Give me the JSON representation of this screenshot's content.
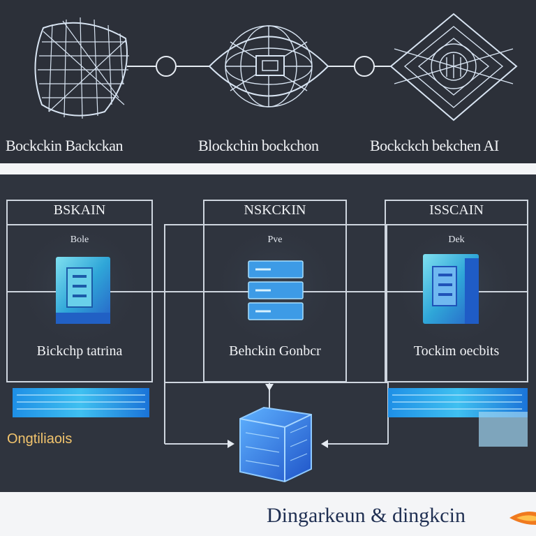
{
  "top_nodes": [
    {
      "label": "Bockckin Backckan"
    },
    {
      "label": "Blockchin bockchon"
    },
    {
      "label": "Bockckch bekchen AI"
    }
  ],
  "panels": [
    {
      "title": "BSKAIN",
      "subtitle": "Bole",
      "caption": "Bickchp tatrina"
    },
    {
      "title": "NSKCKIN",
      "subtitle": "Pve",
      "caption": "Behckin Gonbcr"
    },
    {
      "title": "ISSCAIN",
      "subtitle": "Dek",
      "caption": "Tockim oecbits"
    }
  ],
  "side_label": "Ongtiliaois",
  "footer_title": "Dingarkeun & dingkcin",
  "colors": {
    "background": "#2a2e37",
    "line": "#cfd6df",
    "accent_blue": "#2f7fe0",
    "accent_cyan": "#35b9e6",
    "side_label": "#f2c46d",
    "footer_text": "#1f2f52"
  },
  "icons": [
    "network-mesh-icon",
    "sphere-document-icon",
    "layered-diamond-icon",
    "server-card-icon",
    "server-stack-icon",
    "document-card-icon",
    "cube-icon",
    "flame-icon"
  ]
}
